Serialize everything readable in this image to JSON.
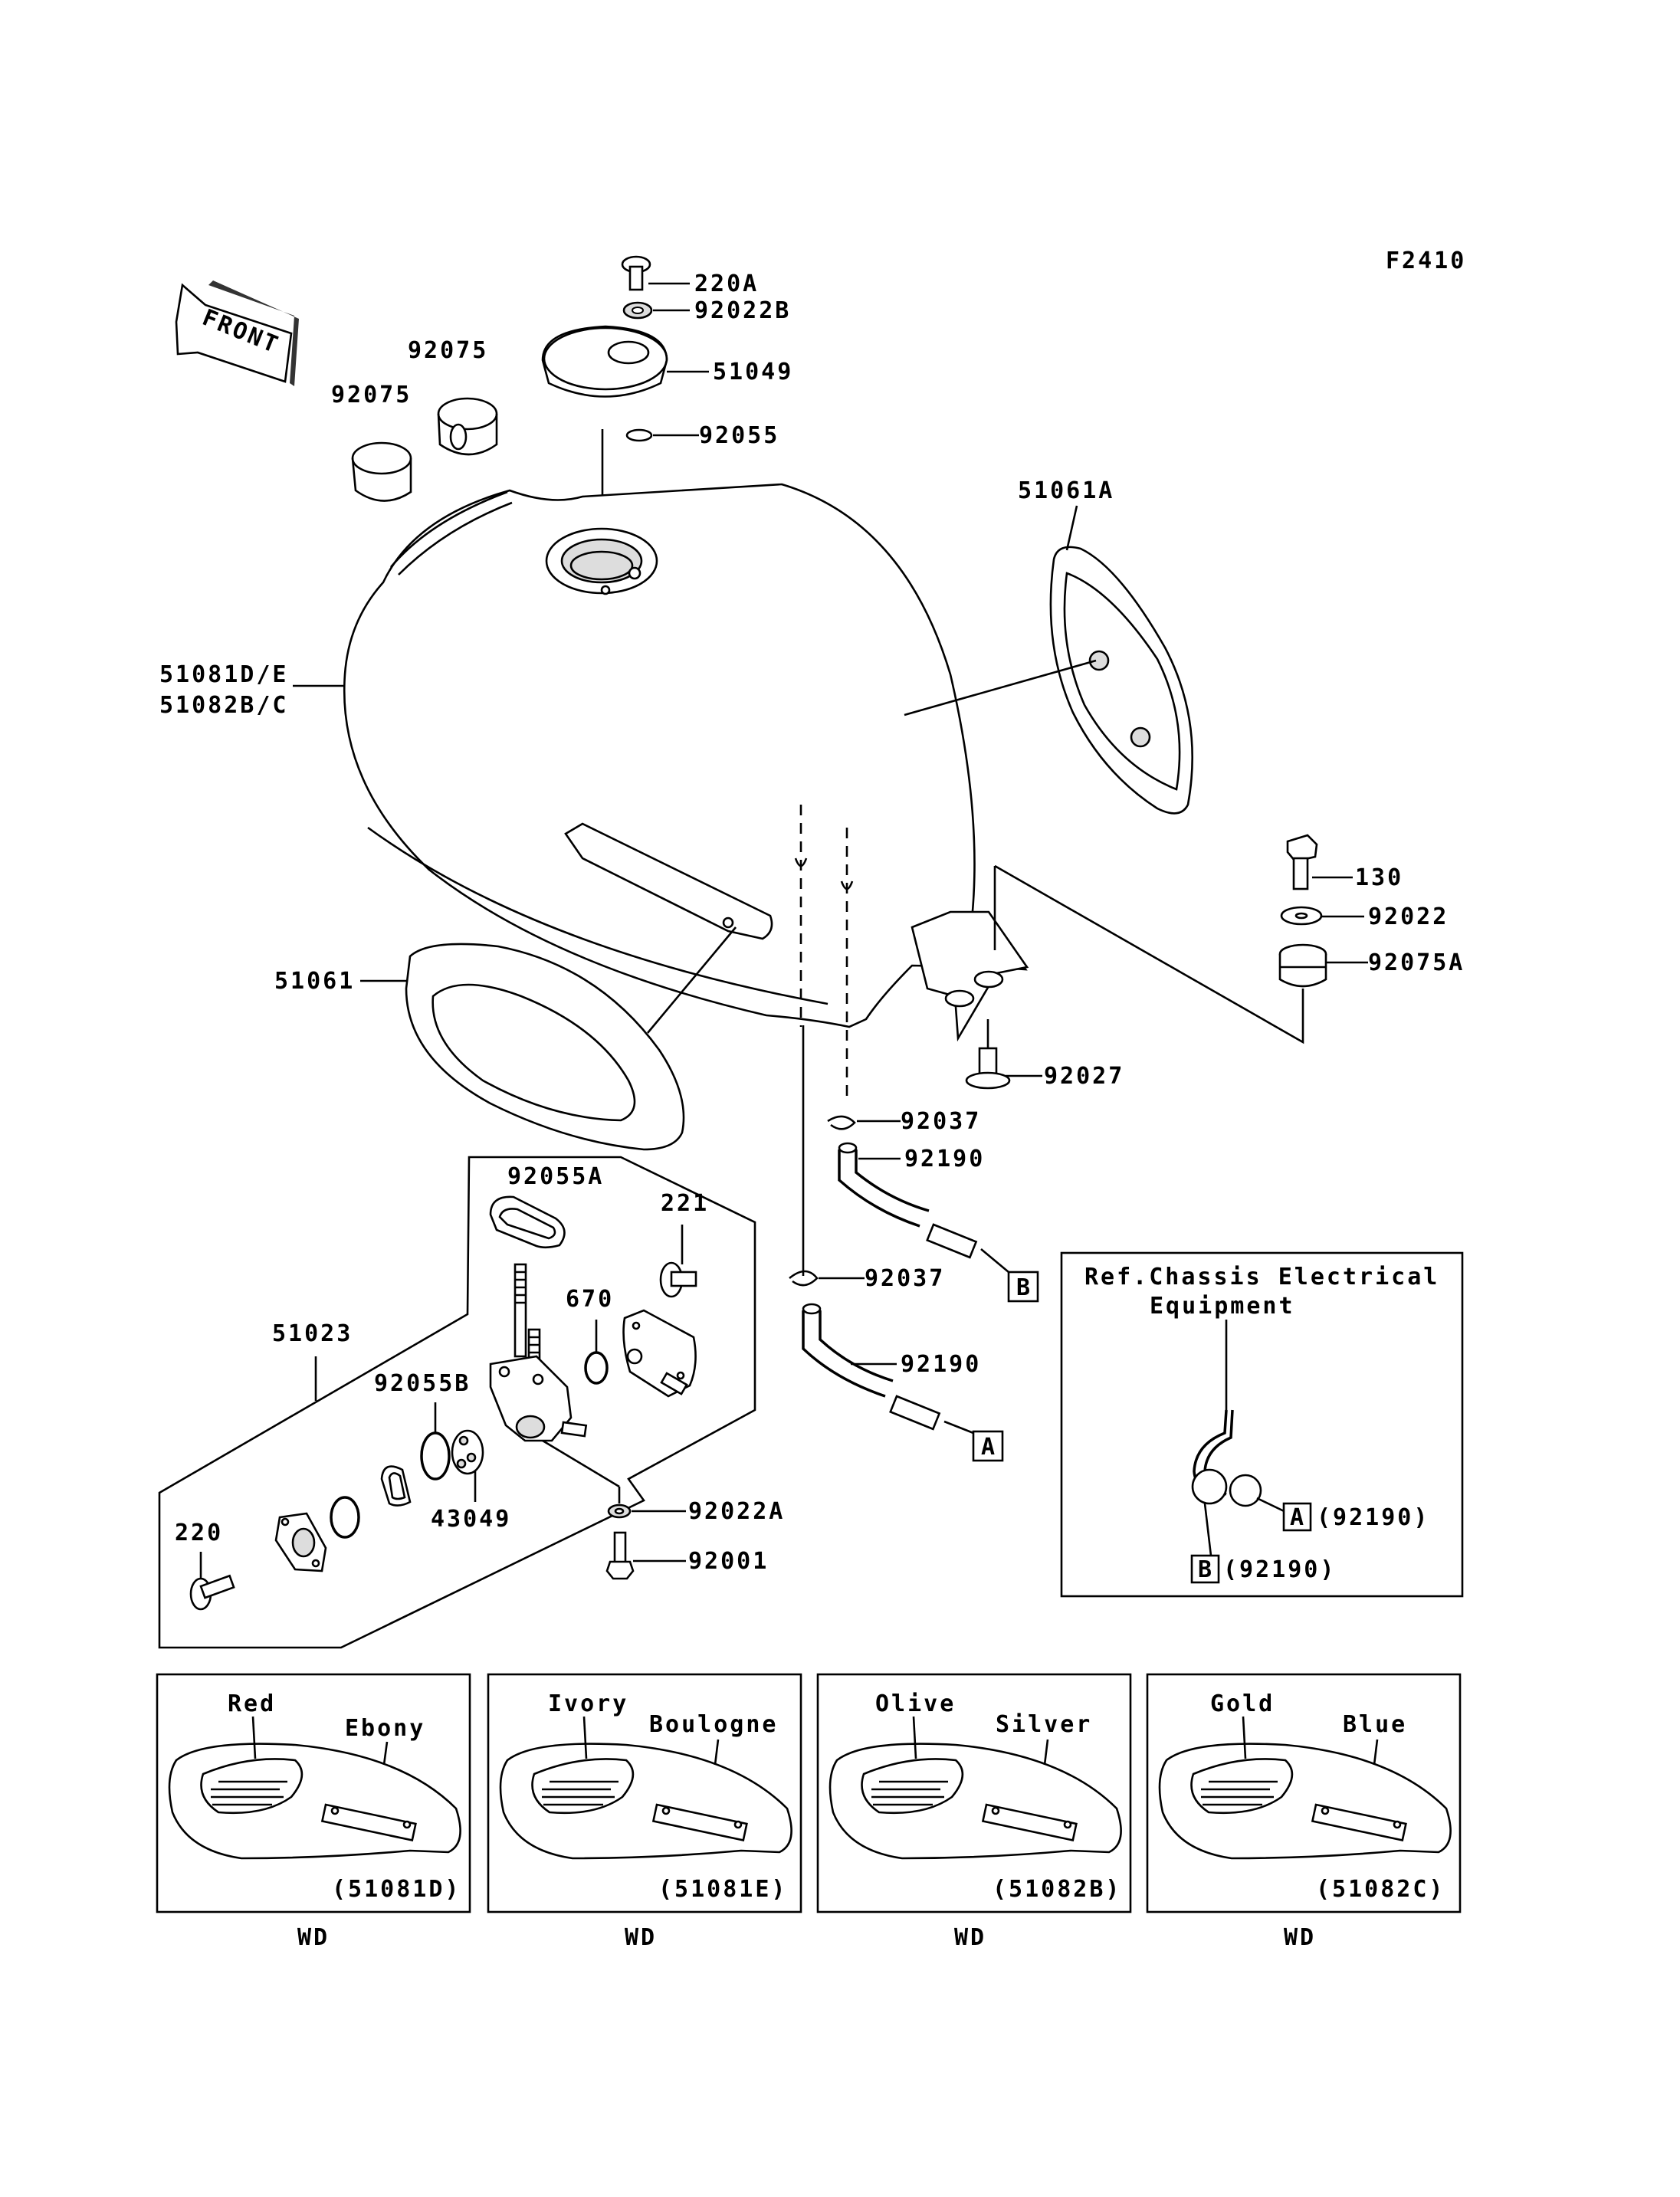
{
  "figure_id": "F2410",
  "front_label": "FRONT",
  "parts": {
    "screw_220a": "220A",
    "washer_92022b": "92022B",
    "cap_51049": "51049",
    "oring_92055": "92055",
    "damper_92075_a": "92075",
    "damper_92075_b": "92075",
    "pad_51061a": "51061A",
    "tank_51081": "51081D/E",
    "tank_51082": "51082B/C",
    "bolt_130": "130",
    "washer_92022": "92022",
    "damper_92075a": "92075A",
    "pad_51061": "51061",
    "collar_92027": "92027",
    "clamp_92037_top": "92037",
    "hose_92190_top": "92190",
    "clamp_92037_bottom": "92037",
    "hose_92190_bottom": "92190",
    "oring_92055a": "92055A",
    "screw_221": "221",
    "oring_670": "670",
    "cock_51023": "51023",
    "oring_92055b": "92055B",
    "filter_43049": "43049",
    "washer_92022a": "92022A",
    "bolt_92001": "92001",
    "screw_220": "220"
  },
  "connectors": {
    "marker_b": "B",
    "marker_a": "A"
  },
  "ref_box": {
    "title_line1": "Ref.Chassis Electrical",
    "title_line2": "Equipment",
    "ref_a_marker": "A",
    "ref_a_label": "(92190)",
    "ref_b_marker": "B",
    "ref_b_label": "(92190)"
  },
  "variants": [
    {
      "color1": "Red",
      "color2": "Ebony",
      "code": "(51081D)",
      "footer": "WD"
    },
    {
      "color1": "Ivory",
      "color2": "Boulogne",
      "code": "(51081E)",
      "footer": "WD"
    },
    {
      "color1": "Olive",
      "color2": "Silver",
      "code": "(51082B)",
      "footer": "WD"
    },
    {
      "color1": "Gold",
      "color2": "Blue",
      "code": "(51082C)",
      "footer": "WD"
    }
  ]
}
